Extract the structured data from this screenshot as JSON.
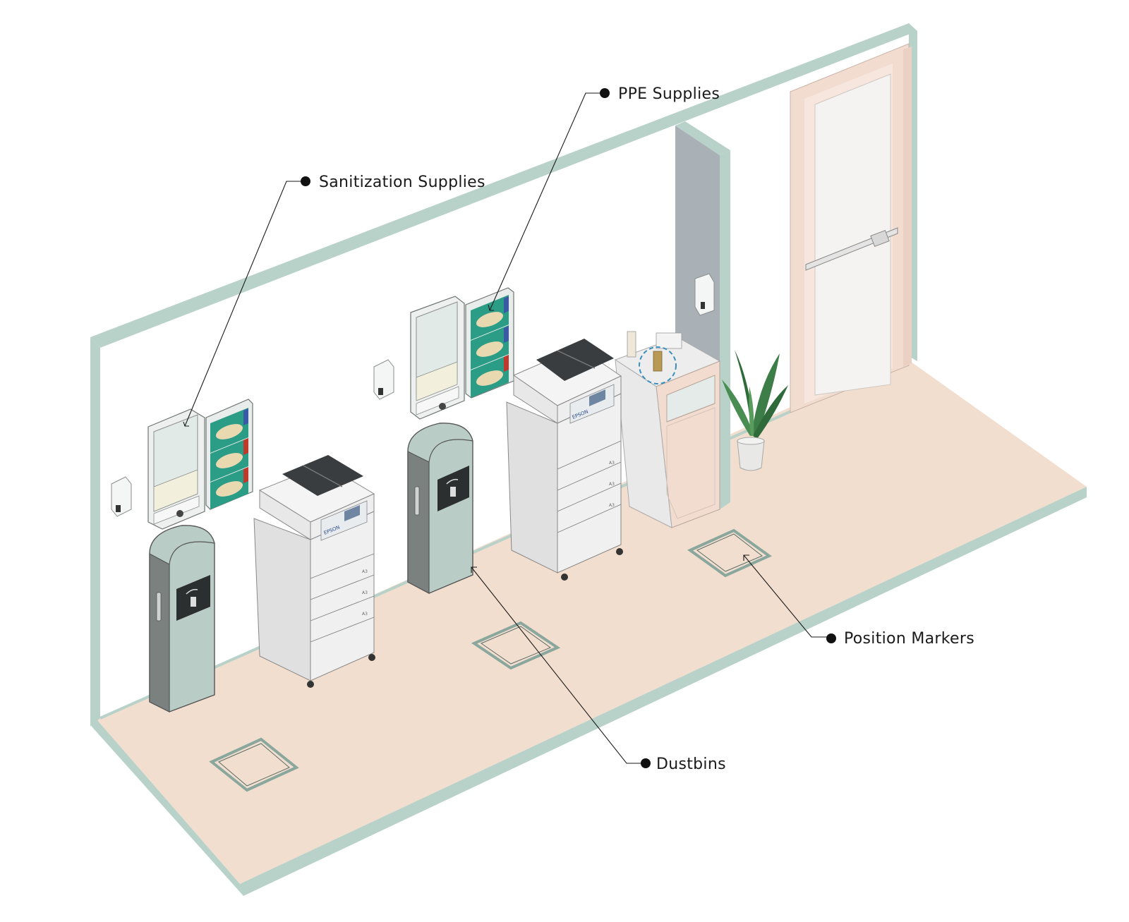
{
  "callouts": {
    "sanitization": "Sanitization Supplies",
    "ppe": "PPE Supplies",
    "position_markers": "Position Markers",
    "dustbins": "Dustbins"
  },
  "printer_brand": "EPSON",
  "tray_label": "A3",
  "colors": {
    "wall_frame": "#b8d1c9",
    "floor": "#f2dece",
    "bin": "#b9cdc6",
    "door": "#f2dcd0",
    "partition": "#a9b0b6"
  }
}
